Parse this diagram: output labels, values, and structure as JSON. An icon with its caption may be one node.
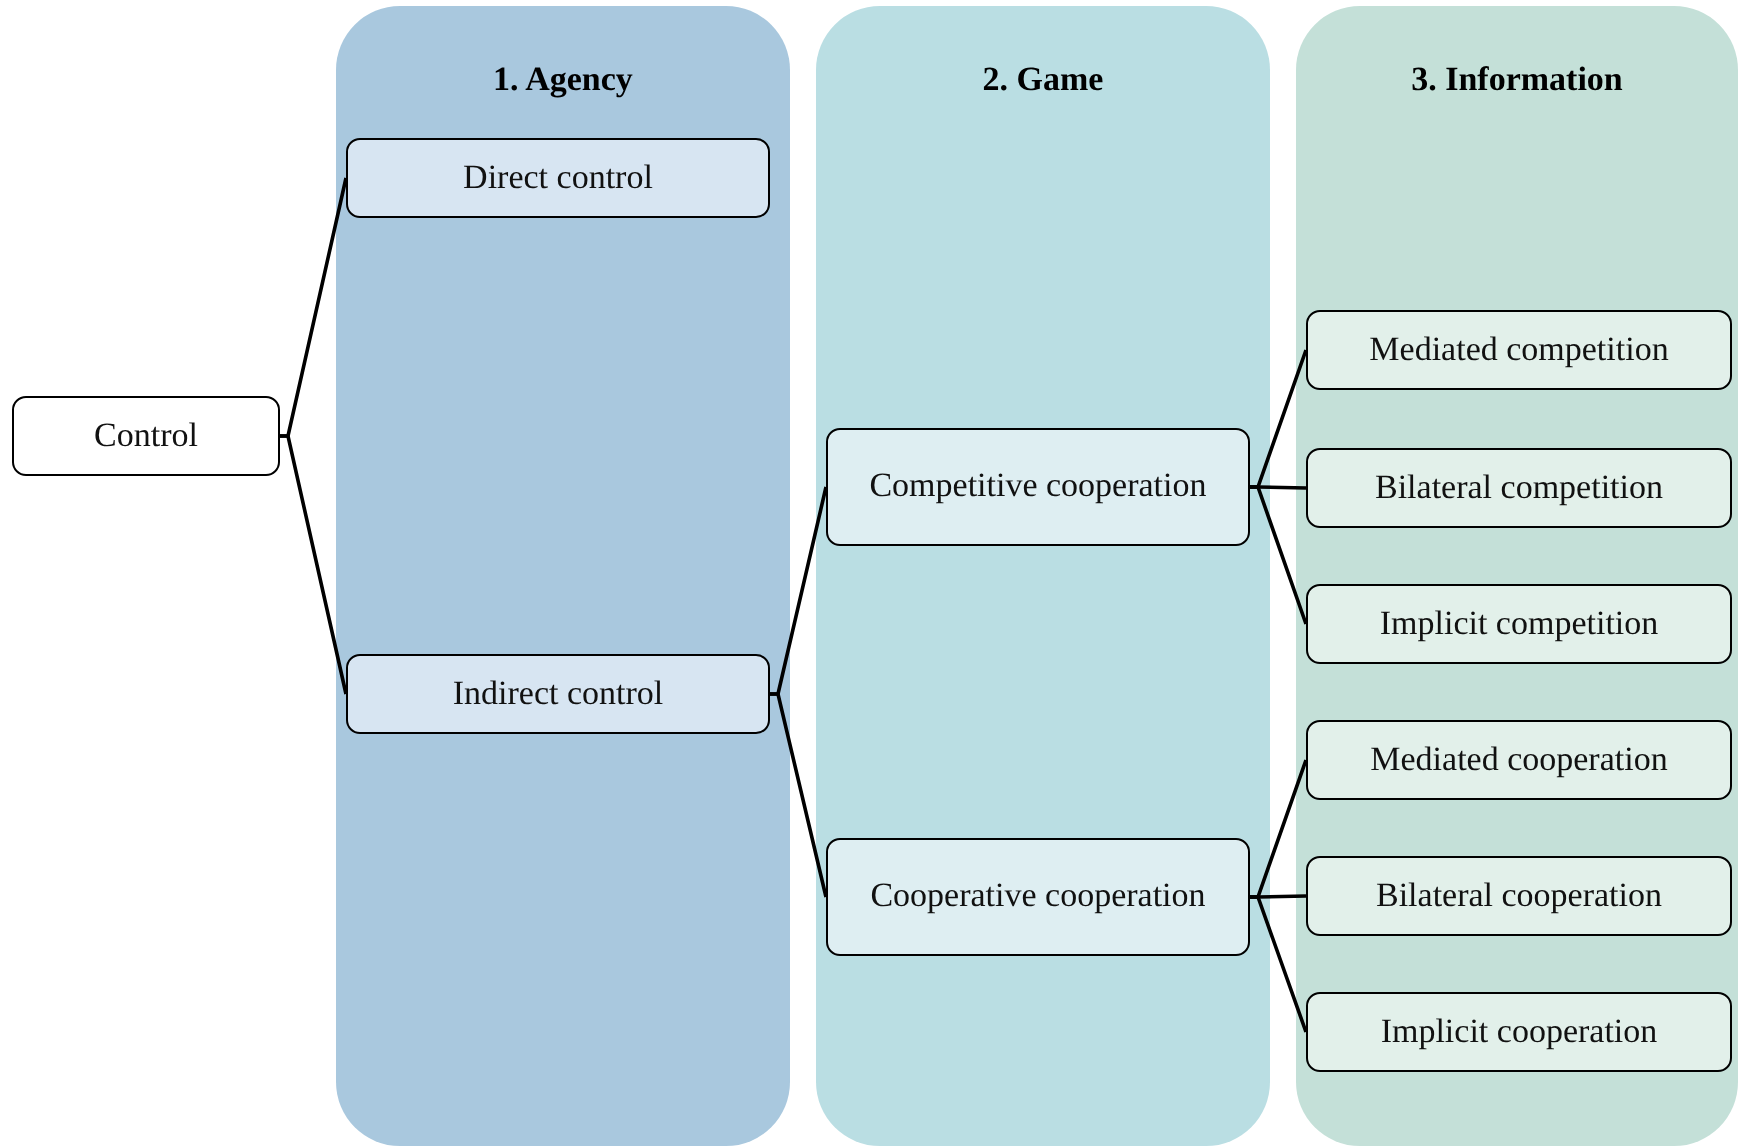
{
  "diagram": {
    "nodes": [
      {
        "text": [
          "Control"
        ]
      },
      {
        "text": [
          "1. Agency"
        ]
      },
      {
        "text": [
          "Direct control"
        ],
        "in": 1
      },
      {
        "text": [
          "Indirect control"
        ],
        "in": 1
      },
      {
        "text": [
          "2. Game"
        ]
      },
      {
        "text": [
          "Competitive cooperation"
        ],
        "in": 4
      },
      {
        "text": [
          "Cooperative cooperation"
        ],
        "in": 4
      },
      {
        "text": [
          "3. Information"
        ]
      },
      {
        "text": [
          "Mediated competition"
        ],
        "in": 7
      },
      {
        "text": [
          "Bilateral competition"
        ],
        "in": 7
      },
      {
        "text": [
          "Implicit competition"
        ],
        "in": 7
      },
      {
        "text": [
          "Mediated cooperation"
        ],
        "in": 7
      },
      {
        "text": [
          "Bilateral cooperation"
        ],
        "in": 7
      },
      {
        "text": [
          "Implicit cooperation"
        ],
        "in": 7
      }
    ],
    "edges": [
      {
        "from": 0,
        "to": 2,
        "arrow": "none"
      },
      {
        "from": 0,
        "to": 3,
        "arrow": "none"
      },
      {
        "from": 3,
        "to": 5,
        "arrow": "none"
      },
      {
        "from": 3,
        "to": 6,
        "arrow": "none"
      },
      {
        "from": 5,
        "to": 8,
        "arrow": "none"
      },
      {
        "from": 5,
        "to": 9,
        "arrow": "none"
      },
      {
        "from": 5,
        "to": 10,
        "arrow": "none"
      },
      {
        "from": 6,
        "to": 11,
        "arrow": "none"
      },
      {
        "from": 6,
        "to": 12,
        "arrow": "none"
      },
      {
        "from": 6,
        "to": 13,
        "arrow": "none"
      }
    ]
  }
}
